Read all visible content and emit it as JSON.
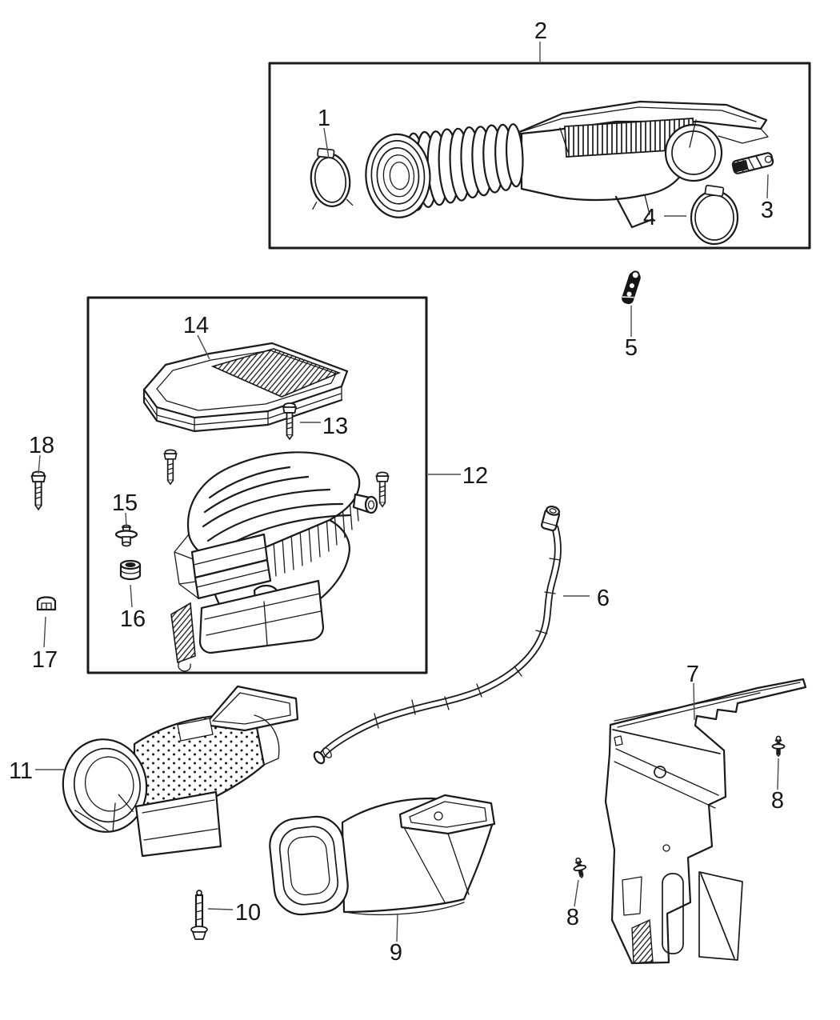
{
  "diagram": {
    "kind": "exploded-parts-line-drawing",
    "palette": {
      "line": "#1a1a1a",
      "background": "#ffffff",
      "leader": "#4a4a4a",
      "text": "#161616"
    }
  },
  "callouts": {
    "1": {
      "label": "1"
    },
    "2": {
      "label": "2"
    },
    "3": {
      "label": "3"
    },
    "4": {
      "label": "4"
    },
    "5": {
      "label": "5"
    },
    "6": {
      "label": "6"
    },
    "7": {
      "label": "7"
    },
    "8a": {
      "label": "8"
    },
    "8b": {
      "label": "8"
    },
    "9": {
      "label": "9"
    },
    "10": {
      "label": "10"
    },
    "11": {
      "label": "11"
    },
    "12": {
      "label": "12"
    },
    "13": {
      "label": "13"
    },
    "14": {
      "label": "14"
    },
    "15": {
      "label": "15"
    },
    "16": {
      "label": "16"
    },
    "17": {
      "label": "17"
    },
    "18": {
      "label": "18"
    }
  }
}
